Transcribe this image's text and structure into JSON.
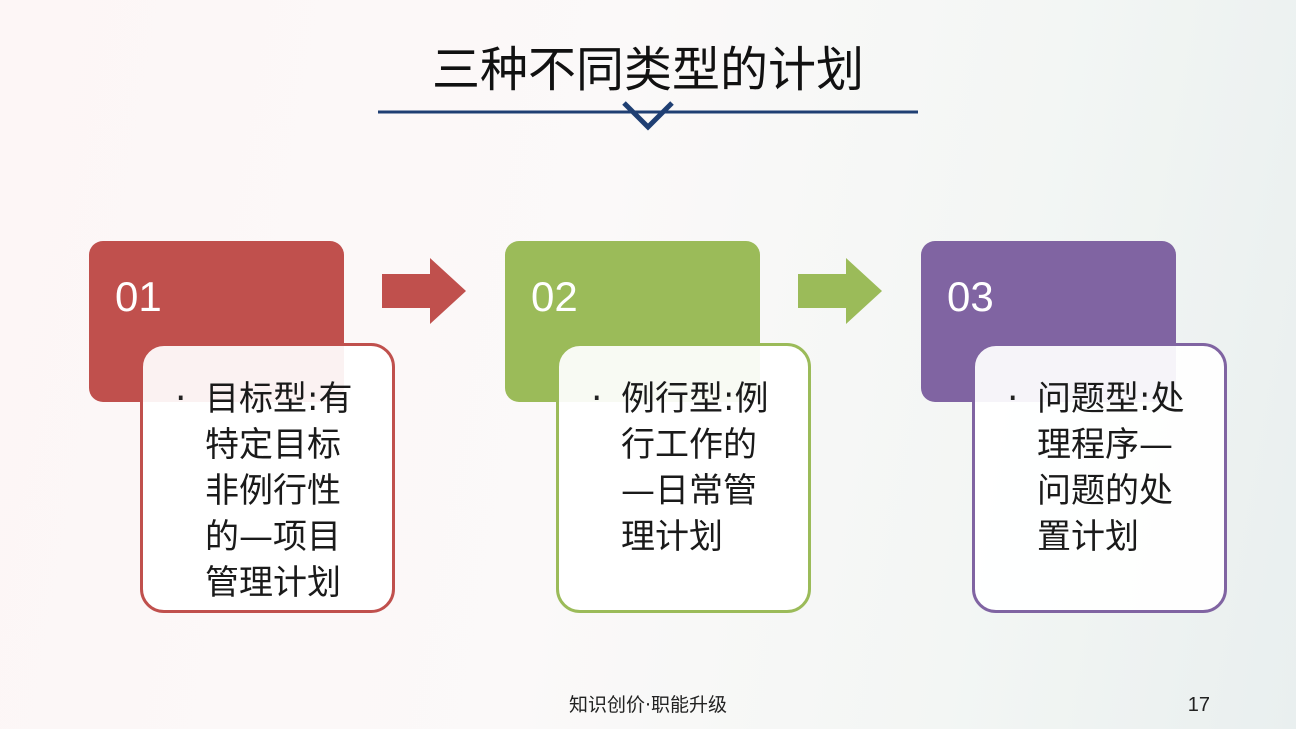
{
  "slide": {
    "title": "三种不同类型的计划",
    "footer": "知识创价·职能升级",
    "page_number": "17"
  },
  "cards": [
    {
      "number": "01",
      "bullet": "·",
      "text": "目标型:有特定目标非例行性的—项目管理计划",
      "color": "#c0504d"
    },
    {
      "number": "02",
      "bullet": "·",
      "text": "例行型:例行工作的—日常管理计划",
      "color": "#9bbb59"
    },
    {
      "number": "03",
      "bullet": "·",
      "text": "问题型:处理程序—问题的处置计划",
      "color": "#8064a2"
    }
  ],
  "arrows": [
    {
      "color": "#c0504d"
    },
    {
      "color": "#9bbb59"
    }
  ],
  "accent_color": "#1f3f73"
}
